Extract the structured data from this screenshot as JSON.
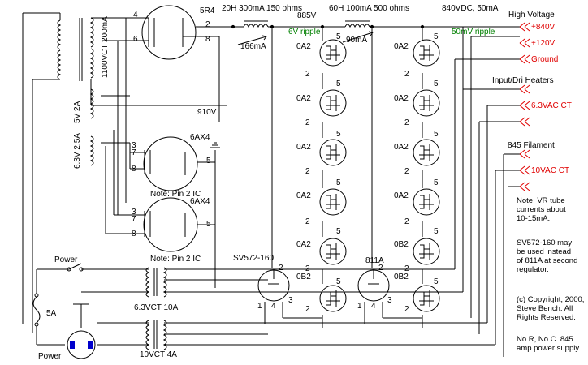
{
  "labels": {
    "rect_tube": "5R4",
    "choke1": "20H  300mA 150 ohms",
    "choke1_current": "166mA",
    "v885": "885V",
    "ripple1": "6V ripple",
    "choke2": "60H  100mA 500 ohms",
    "choke2_current": "90mA",
    "out_spec": "840VDC, 50mA",
    "ripple2": "50mV ripple",
    "v910": "910V",
    "damper_tube": "6AX4",
    "note_pin2": "Note: Pin 2 IC",
    "xfmr_hv": "1100VCT 200mA",
    "xfmr_5v": "5V 2A",
    "xfmr_63": "6.3V 2.5A",
    "sv572": "SV572-160",
    "t811": "811A",
    "power_switch": "Power",
    "fuse": "5A",
    "power_plug": "Power",
    "xfmr_63ct": "6.3VCT 10A",
    "xfmr_10ct": "10VCT 4A",
    "high_voltage": "High Voltage",
    "input_heaters": "Input/Dri Heaters",
    "filament_845": "845 Filament"
  },
  "vr_tube_labels": {
    "left": [
      "0A2",
      "0A2",
      "0A2",
      "0A2",
      "0A2",
      "0B2"
    ],
    "right": [
      "0A2",
      "0A2",
      "0A2",
      "0A2",
      "0B2",
      "0B2"
    ]
  },
  "pins": {
    "rect": [
      "4",
      "6",
      "2",
      "8"
    ],
    "damper": [
      "3",
      "7",
      "8",
      "5"
    ],
    "vr": [
      "5",
      "2"
    ],
    "reg": [
      "2",
      "1",
      "4",
      "3"
    ]
  },
  "outputs": [
    "+840V",
    "+120V",
    "Ground",
    "6.3VAC CT",
    "10VAC CT"
  ],
  "notes": [
    "Note: VR tube\ncurrents about\n10-15mA.",
    "SV572-160 may\nbe used instead\nof 811A at second\nregulator.",
    "(c) Copyright, 2000,\nSteve Bench. All\nRights Reserved.",
    "No R, No C  845\namp power supply."
  ],
  "colors": {
    "wire": "#000000",
    "output_label": "#e00000",
    "ripple": "#008000"
  }
}
